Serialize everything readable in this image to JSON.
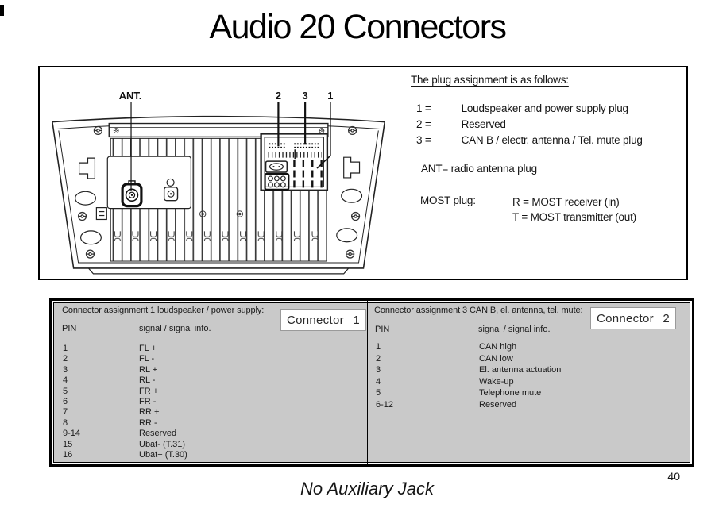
{
  "page": {
    "title": "Audio 20 Connectors",
    "footer_note": "No Auxiliary Jack",
    "page_number": "40"
  },
  "diagram": {
    "labels": {
      "ant": "ANT.",
      "n2": "2",
      "n3": "3",
      "n1": "1"
    }
  },
  "plug_info": {
    "heading": "The plug assignment is as follows:",
    "items": [
      {
        "key": "1 =",
        "desc": "Loudspeaker and power supply plug"
      },
      {
        "key": "2 =",
        "desc": "Reserved"
      },
      {
        "key": "3 =",
        "desc": "CAN B / electr. antenna / Tel. mute plug"
      }
    ],
    "ant_line": "ANT= radio antenna plug",
    "most_label": "MOST plug:",
    "most_lines": [
      "R = MOST receiver (in)",
      "T = MOST transmitter (out)"
    ]
  },
  "connector_tables": [
    {
      "header": "Connector assignment 1 loudspeaker / power supply:",
      "badge": "Connector 1",
      "pin_label": "PIN",
      "signal_label": "signal / signal info.",
      "rows": [
        [
          "1",
          "FL +"
        ],
        [
          "2",
          "FL -"
        ],
        [
          "3",
          "RL +"
        ],
        [
          "4",
          "RL -"
        ],
        [
          "5",
          "FR +"
        ],
        [
          "6",
          "FR -"
        ],
        [
          "7",
          "RR +"
        ],
        [
          "8",
          "RR -"
        ],
        [
          "9-14",
          "Reserved"
        ],
        [
          "15",
          "Ubat- (T.31)"
        ],
        [
          "16",
          "Ubat+ (T.30)"
        ]
      ]
    },
    {
      "header": "Connector assignment 3 CAN B, el. antenna, tel. mute:",
      "badge": "Connector 2",
      "pin_label": "PIN",
      "signal_label": "signal / signal info.",
      "rows": [
        [
          "1",
          "CAN high"
        ],
        [
          "2",
          "CAN low"
        ],
        [
          "3",
          "El. antenna actuation"
        ],
        [
          "4",
          "Wake-up"
        ],
        [
          "5",
          "Telephone mute"
        ],
        [
          "6-12",
          "Reserved"
        ]
      ]
    }
  ],
  "colors": {
    "page_bg": "#ffffff",
    "table_bg": "#c9c9c9",
    "line": "#111111"
  }
}
